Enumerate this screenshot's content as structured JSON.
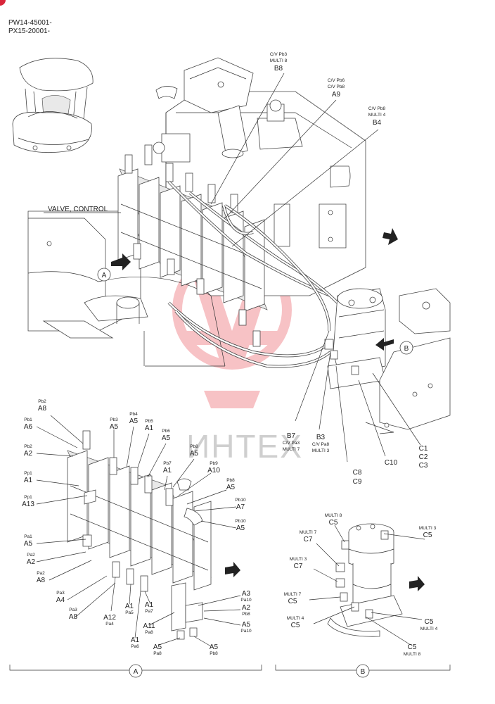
{
  "header": {
    "line1": "PW14-45001-",
    "line2": "PX15-20001-"
  },
  "watermark": "ИНТЕХ",
  "title_label": "VALVE, CONTROL",
  "view_markers": {
    "a": "A",
    "b": "B"
  },
  "main_labels": {
    "b8": {
      "sub": [
        "C/V Pb3",
        "MULTI 8"
      ],
      "code": "B8"
    },
    "a9": {
      "sub": [
        "C/V Pb6",
        "C/V Pb8"
      ],
      "code": "A9"
    },
    "b4": {
      "sub": [
        "C/V Pb8",
        "MULTI 4"
      ],
      "code": "B4"
    },
    "b7": {
      "code": "B7",
      "sub": [
        "C/V Pa3",
        "MULTI 7"
      ]
    },
    "b3": {
      "code": "B3",
      "sub": [
        "C/V Pa8",
        "MULTI 3"
      ]
    },
    "c8": "C8",
    "c9": "C9",
    "c10": "C10",
    "c1": "C1",
    "c2": "C2",
    "c3": "C3"
  },
  "detail_a": {
    "left": [
      {
        "sub": "Pb2",
        "code": "A8"
      },
      {
        "sub": "Pb1",
        "code": "A6"
      },
      {
        "sub": "Pb2",
        "code": "A2"
      },
      {
        "sub": "Pp1",
        "code": "A1"
      },
      {
        "sub": "Pp1",
        "code": "A13"
      },
      {
        "sub": "Pa1",
        "code": "A5"
      },
      {
        "sub": "Pa2",
        "code": "A2"
      },
      {
        "sub": "Pa2",
        "code": "A8"
      },
      {
        "sub": "Pa3",
        "code": "A4"
      },
      {
        "sub": "Pa3",
        "code": "A8"
      }
    ],
    "top": [
      {
        "sub": "Pb3",
        "code": "A5"
      },
      {
        "sub": "Pb4",
        "code": "A5"
      },
      {
        "sub": "Pb5",
        "code": "A1"
      },
      {
        "sub": "Pb6",
        "code": "A5"
      },
      {
        "sub": "Pb7",
        "code": "A1"
      },
      {
        "sub": "Pb8",
        "code": "A5"
      },
      {
        "sub": "Pb9",
        "code": "A10"
      },
      {
        "sub": "Pb8",
        "code": "A5"
      },
      {
        "sub": "Pb10",
        "code": "A7"
      },
      {
        "sub": "Pb10",
        "code": "A5"
      }
    ],
    "right": [
      {
        "code": "A3",
        "sub": "Pa10"
      },
      {
        "code": "A2",
        "sub": "Pb8"
      },
      {
        "code": "A5",
        "sub": "Pa10"
      }
    ],
    "bottom": [
      {
        "code": "A12",
        "sub": "Pa4"
      },
      {
        "code": "A1",
        "sub": "Pa5"
      },
      {
        "code": "A1",
        "sub": "Pa6"
      },
      {
        "code": "A1",
        "sub": "Pa7"
      },
      {
        "code": "A11",
        "sub": "Pa8"
      },
      {
        "code": "A5",
        "sub": "Pa8"
      },
      {
        "code": "A5",
        "sub": "Pb8"
      }
    ]
  },
  "detail_b": {
    "left": [
      {
        "sub": "MULTI 8",
        "code": "C5"
      },
      {
        "sub": "MULTI 7",
        "code": "C7"
      },
      {
        "sub": "MULTI 3",
        "code": "C7"
      },
      {
        "sub": "MULTI 7",
        "code": "C5"
      },
      {
        "sub": "MULTI 4",
        "code": "C5"
      }
    ],
    "right": [
      {
        "sub": "MULTI 3",
        "code": "C5"
      },
      {
        "code": "C5",
        "sub": "MULTI 4"
      },
      {
        "code": "C5",
        "sub": "MULTI 8"
      }
    ]
  }
}
